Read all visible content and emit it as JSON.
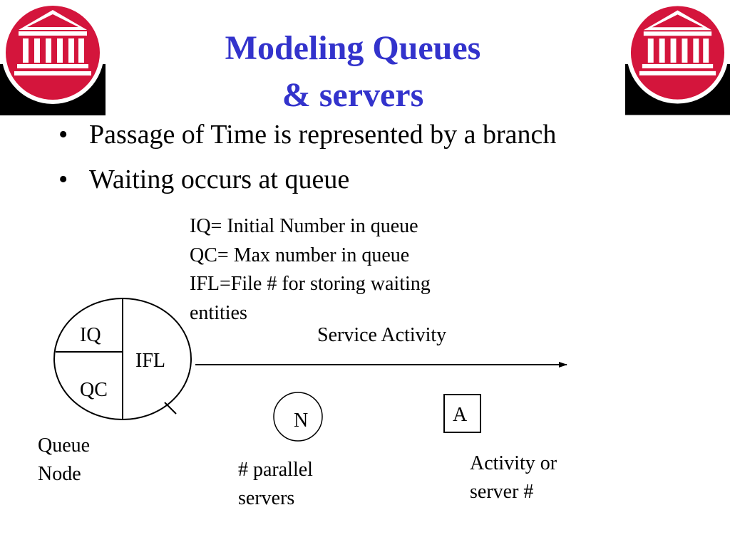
{
  "slide": {
    "title_line1": "Modeling Queues",
    "title_line2": "& servers",
    "bullets": [
      "Passage of Time is represented by a branch",
      "Waiting occurs at queue"
    ],
    "bullet_glyph": "•",
    "definitions": [
      "IQ= Initial Number in queue",
      "QC= Max number in queue",
      "IFL=File # for storing waiting",
      "entities"
    ]
  },
  "diagram": {
    "queue_node": {
      "iq_label": "IQ",
      "qc_label": "QC",
      "ifl_label": "IFL",
      "caption_line1": "Queue",
      "caption_line2": "Node"
    },
    "service_activity_label": "Service Activity",
    "parallel_servers": {
      "symbol_label": "N",
      "caption_line1": "# parallel",
      "caption_line2": "servers"
    },
    "activity": {
      "symbol_label": "A",
      "caption_line1": "Activity or",
      "caption_line2": "server #"
    }
  },
  "colors": {
    "title": "#3333cc",
    "logo_red": "#d4153c",
    "logo_black": "#000000",
    "text": "#000000"
  },
  "icons": {
    "logo": "university-building-icon"
  }
}
